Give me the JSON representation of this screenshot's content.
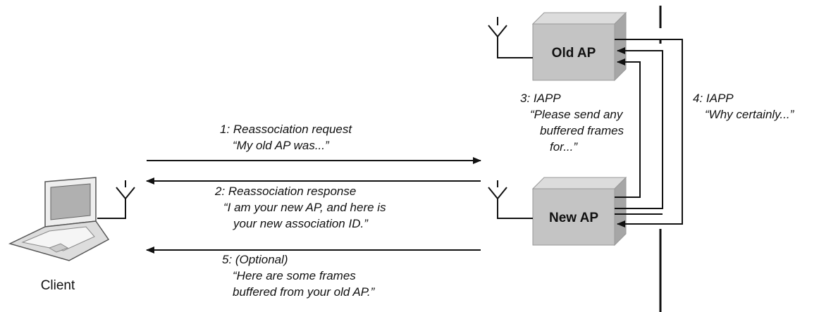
{
  "nodes": {
    "old_ap": "Old AP",
    "new_ap": "New AP",
    "client": "Client"
  },
  "messages": [
    {
      "lines": [
        "1: Reassociation request",
        "“My old AP was...”"
      ]
    },
    {
      "lines": [
        "2: Reassociation response",
        "“I am your new AP, and here is",
        "your new association ID.”"
      ]
    },
    {
      "lines": [
        "3: IAPP",
        "“Please send any",
        "buffered frames",
        "for...”"
      ]
    },
    {
      "lines": [
        "4: IAPP",
        "“Why certainly...”"
      ]
    },
    {
      "lines": [
        "5: (Optional)",
        "“Here are some frames",
        "buffered from your old AP.”"
      ]
    }
  ],
  "colors": {
    "line": "#111111",
    "box_front": "#c4c4c4",
    "box_top": "#dcdcdc",
    "box_side": "#a6a6a6"
  }
}
